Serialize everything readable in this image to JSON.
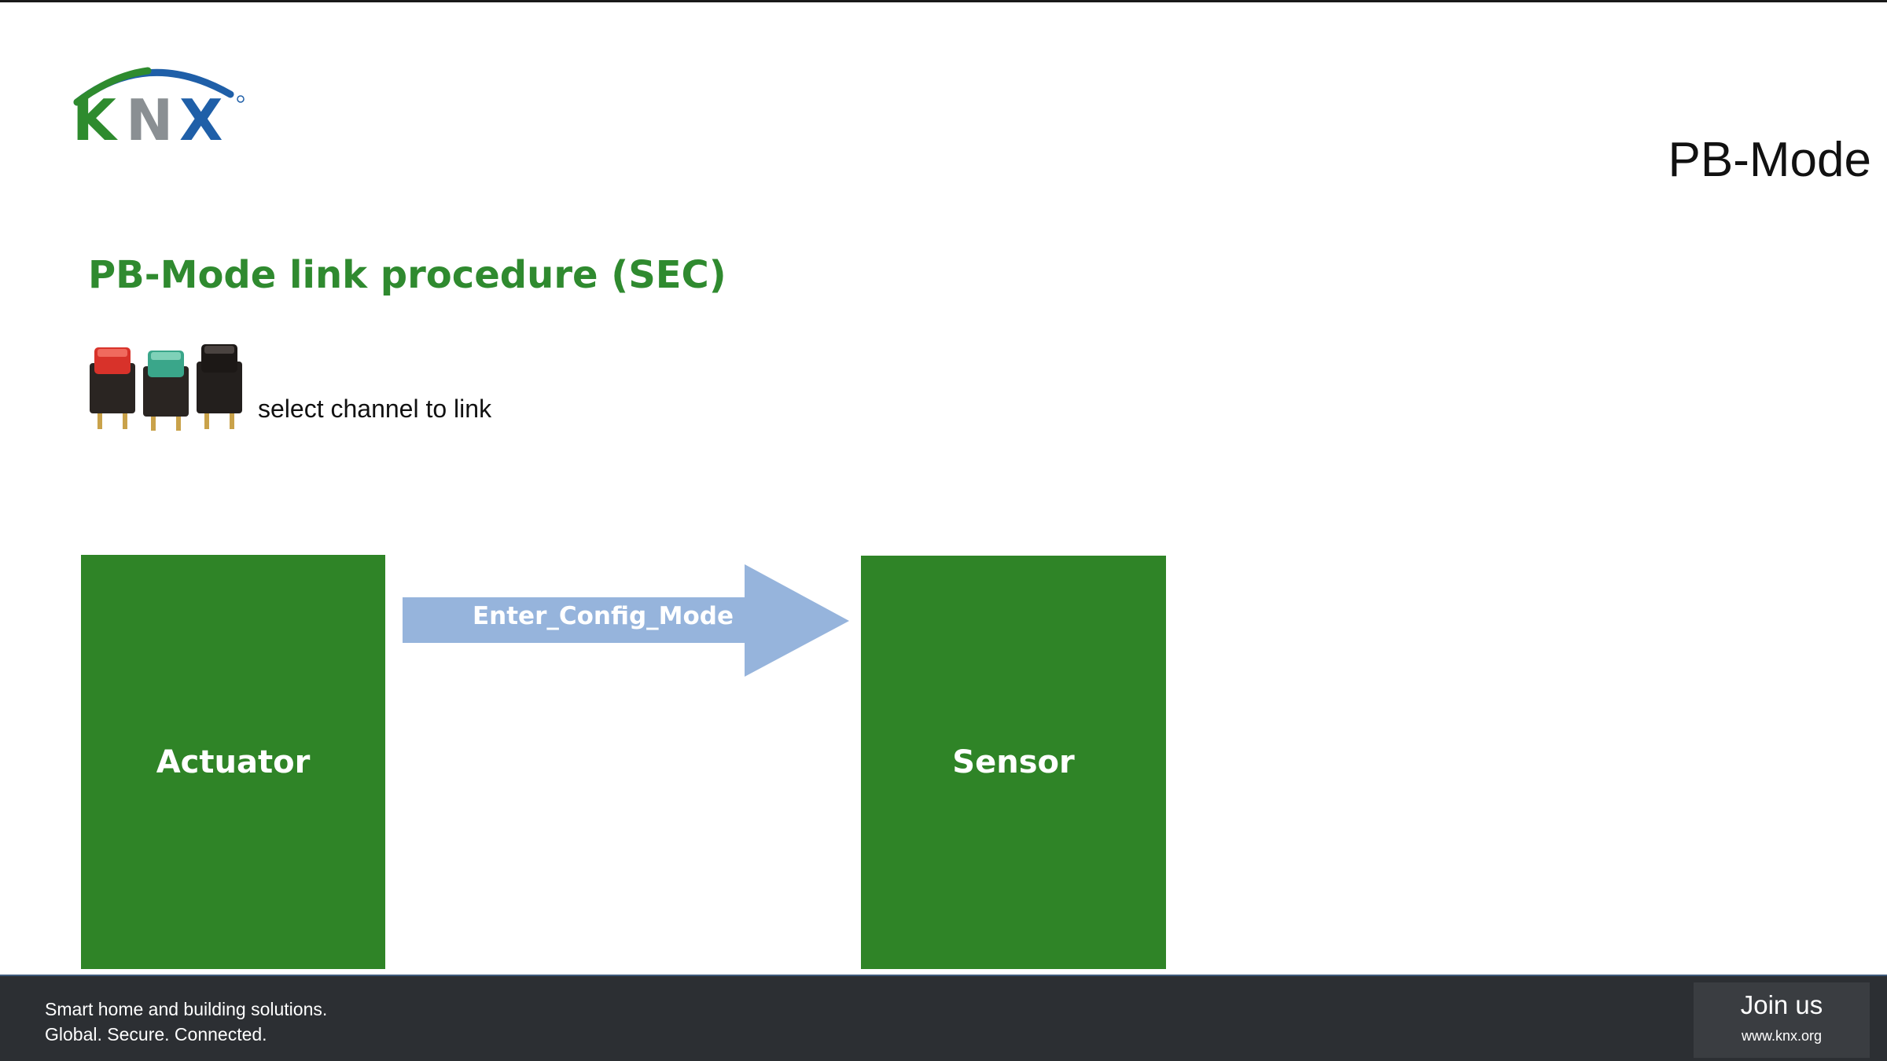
{
  "header": {
    "logo_text": "KNX",
    "section_title": "PB-Mode"
  },
  "slide": {
    "heading": "PB-Mode link procedure (SEC)",
    "channel_label": "select channel to link",
    "actuator_label": "Actuator",
    "sensor_label": "Sensor",
    "arrow_label": "Enter_Config_Mode"
  },
  "footer": {
    "tagline_line1": "Smart home and building solutions.",
    "tagline_line2": "Global. Secure. Connected.",
    "join_title": "Join us",
    "join_url": "www.knx.org"
  },
  "colors": {
    "brand_green": "#2f8427",
    "heading_green": "#2f8a2f",
    "arrow_blue": "#96b4dc",
    "footer_bg": "#2c2f33",
    "logo_blue": "#1f5fa8",
    "logo_grey": "#8a8f93"
  }
}
